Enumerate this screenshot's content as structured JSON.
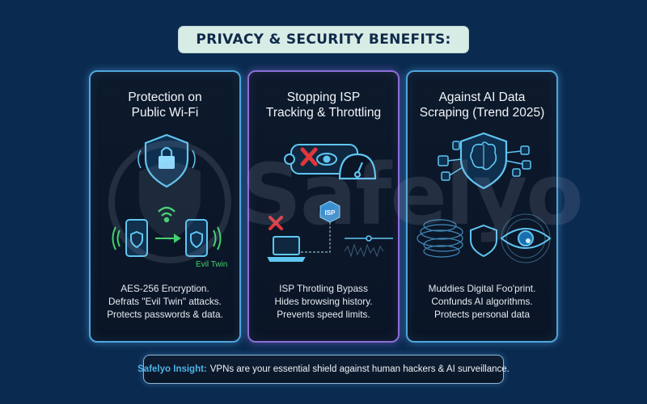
{
  "header": {
    "title": "PRIVACY & SECURITY BENEFITS:"
  },
  "watermark": {
    "text": "Safelyo"
  },
  "cards": [
    {
      "title_line1": "Protection on",
      "title_line2": "Public Wi-Fi",
      "illustration_label": "Evil Twin",
      "icons": [
        "shield-lock-icon",
        "phone-shield-icon",
        "wifi-icon",
        "arrow-right-icon",
        "phone-evil-twin-icon"
      ],
      "desc": [
        "AES-256 Encryption.",
        "Defrats \"Evil Twin\" attacks.",
        "Protects passwords & data."
      ]
    },
    {
      "title_line1": "Stopping ISP",
      "title_line2": "Tracking & Throttling",
      "illustration_label": "ISP",
      "icons": [
        "tracking-eye-icon",
        "red-x-icon",
        "speedometer-icon",
        "laptop-icon",
        "isp-cube-icon",
        "signal-slider-icon"
      ],
      "desc": [
        "ISP Throtling Bypass",
        "Hides browsing history.",
        "Prevents speed limits."
      ]
    },
    {
      "title_line1": "Against AI Data",
      "title_line2": "Scraping (Trend 2025)",
      "icons": [
        "brain-shield-icon",
        "data-node-icon",
        "data-vortex-icon",
        "shield-icon",
        "eye-icon"
      ],
      "desc": [
        "Muddies Digital Foo'print.",
        "Confunds AI algorithms.",
        "Protects personal data"
      ]
    }
  ],
  "insight": {
    "label": "Safelyo Insight:",
    "text": "VPNs are your essential shield against human hackers & AI surveillance."
  },
  "colors": {
    "background": "#0b2a50",
    "title_bg": "#d8ece6",
    "title_text": "#0f2a4a",
    "card_border_blue": "#4fa6dc",
    "card_border_purple": "#8a6fd6",
    "accent_cyan": "#4db3e6",
    "accent_green": "#3fd46a",
    "accent_red": "#e2363b"
  }
}
